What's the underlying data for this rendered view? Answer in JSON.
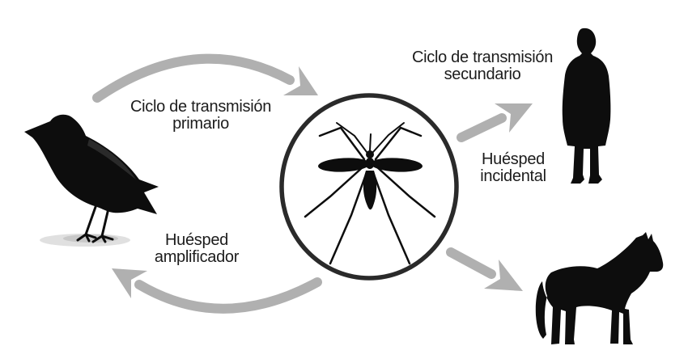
{
  "background": "#ffffff",
  "colors": {
    "arrow": "#b0b0b0",
    "silhouette": "#0d0d0d",
    "crow_sheen": "#2e2e2e",
    "circle_stroke": "#2a2a2a",
    "text": "#1c1c1c",
    "ground": "#d6d6d6",
    "ground_dark": "#c2c2c2"
  },
  "labels": {
    "primary_cycle": {
      "line1": "Ciclo de transmisión",
      "line2": "primario"
    },
    "secondary_cycle": {
      "line1": "Ciclo de transmisión",
      "line2": "secundario"
    },
    "amplifying_host": {
      "line1": "Huésped",
      "line2": "amplificador"
    },
    "incidental_host": {
      "line1": "Huésped",
      "line2": "incidental"
    }
  },
  "icons": {
    "amplifying_host": "crow-silhouette",
    "vector": "mosquito-icon",
    "incidental_host": "human-silhouette",
    "secondary_host": "horse-silhouette"
  }
}
